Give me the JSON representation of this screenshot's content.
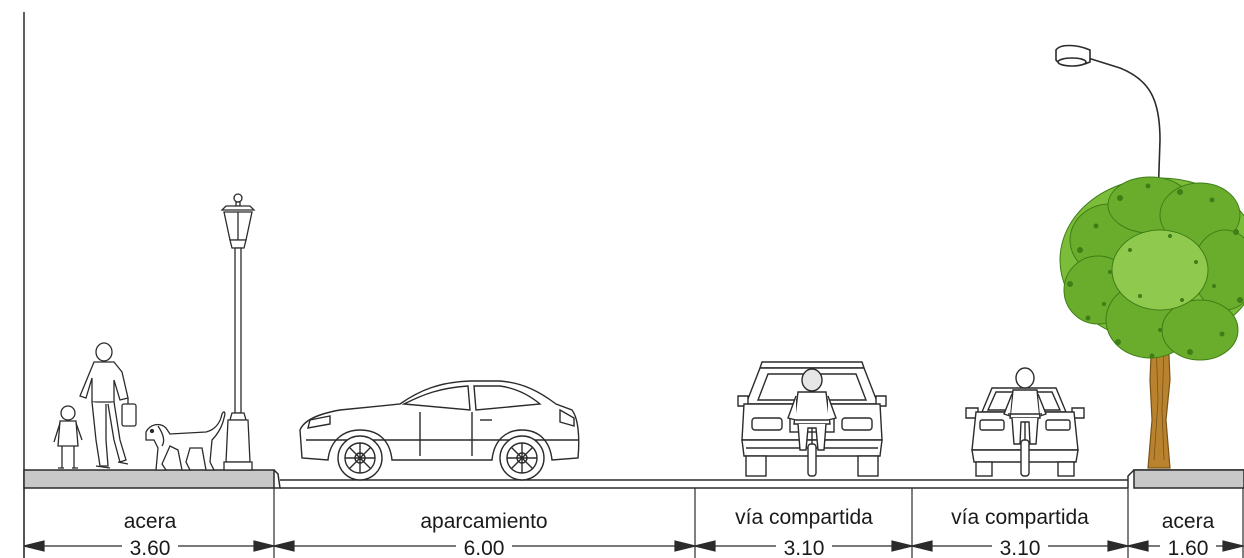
{
  "sections": [
    {
      "label": "acera",
      "dimension": "3.60"
    },
    {
      "label": "aparcamiento",
      "dimension": "6.00"
    },
    {
      "label": "vía compartida",
      "dimension": "3.10"
    },
    {
      "label": "vía compartida",
      "dimension": "3.10"
    },
    {
      "label": "acera",
      "dimension": "1.60"
    }
  ],
  "colors": {
    "line": "#2b2b2b",
    "curb_fill": "#c8c8c8",
    "foliage": "#6aad2c",
    "foliage_dark": "#3f7d16",
    "trunk": "#b9822e"
  },
  "elements": {
    "left_sidewalk": [
      "child-figure",
      "adult-pedestrian-figure",
      "dog-figure",
      "classic-street-lamp"
    ],
    "parking": [
      "parked-car-side-view"
    ],
    "lane_1": [
      "suv-front-view",
      "cyclist-front-view"
    ],
    "lane_2": [
      "small-car-rear-view",
      "cyclist-front-view"
    ],
    "right_sidewalk": [
      "tree",
      "cobra-head-street-light"
    ]
  }
}
